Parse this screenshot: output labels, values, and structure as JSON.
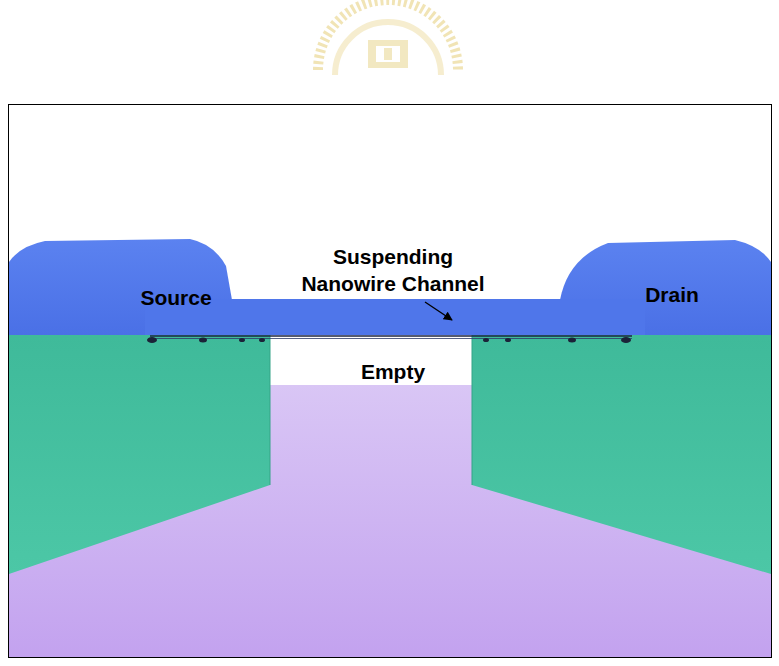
{
  "diagram": {
    "labels": [
      "Suspending Nanowire Channel",
      "Source",
      "Drain",
      "Empty"
    ]
  }
}
